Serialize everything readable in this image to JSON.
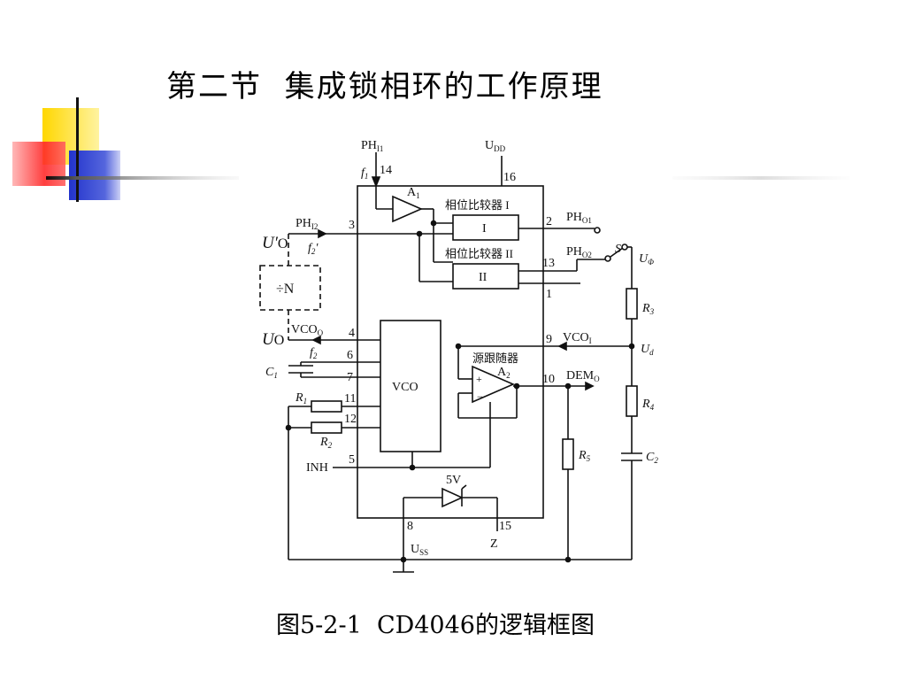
{
  "slide": {
    "title": "第二节  集成锁相环的工作原理",
    "caption": "图5-2-1  CD4046的逻辑框图"
  },
  "diagram": {
    "labels": {
      "phi1": "PH",
      "phi1_sub": "I1",
      "udd": "U",
      "udd_sub": "DD",
      "f1": "f",
      "f1_sub": "1",
      "pin14": "14",
      "pin16": "16",
      "a1": "A",
      "a1_sub": "1",
      "cmp1_title": "相位比较器 I",
      "cmp1_box": "I",
      "cmp2_title": "相位比较器 II",
      "cmp2_box": "II",
      "pin2": "2",
      "pin13": "13",
      "pin1": "1",
      "pho1": "PH",
      "pho1_sub": "O1",
      "pho2": "PH",
      "pho2_sub": "O2",
      "s": "S",
      "uphi": "U",
      "uphi_sub": "Φ",
      "phi2": "PH",
      "phi2_sub": "I2",
      "pin3": "3",
      "uo_prime": "U′",
      "uo_prime_sub": "O",
      "f2_prime": "f",
      "f2_prime_sub": "2",
      "f2_prime_mark": "′",
      "div_n": "÷N",
      "r3": "R",
      "r3_sub": "3",
      "vcoo": "VCO",
      "vcoo_sub": "O",
      "uo": "U",
      "uo_sub": "O",
      "pin4": "4",
      "pin9": "9",
      "vcoi": "VCO",
      "vcoi_sub": "I",
      "ud": "U",
      "ud_sub": "d",
      "f2": "f",
      "f2_sub": "2",
      "pin6": "6",
      "pin7": "7",
      "c1": "C",
      "c1_sub": "1",
      "vco": "VCO",
      "src_follower": "源跟随器",
      "a2": "A",
      "a2_sub": "2",
      "plus": "+",
      "minus": "−",
      "pin10": "10",
      "demo": "DEM",
      "demo_sub": "O",
      "r1": "R",
      "r1_sub": "1",
      "pin11": "11",
      "pin12": "12",
      "r2": "R",
      "r2_sub": "2",
      "r4": "R",
      "r4_sub": "4",
      "r5": "R",
      "r5_sub": "5",
      "c2": "C",
      "c2_sub": "2",
      "pin5": "5",
      "inh": "INH",
      "zener": "5V",
      "pin8": "8",
      "pin15": "15",
      "uss": "U",
      "uss_sub": "SS",
      "z": "Z"
    }
  },
  "colors": {
    "deco_yellow": "#ffd700",
    "deco_red": "#ff2a2a",
    "deco_blue": "#2233cc",
    "deco_line": "#000000"
  }
}
